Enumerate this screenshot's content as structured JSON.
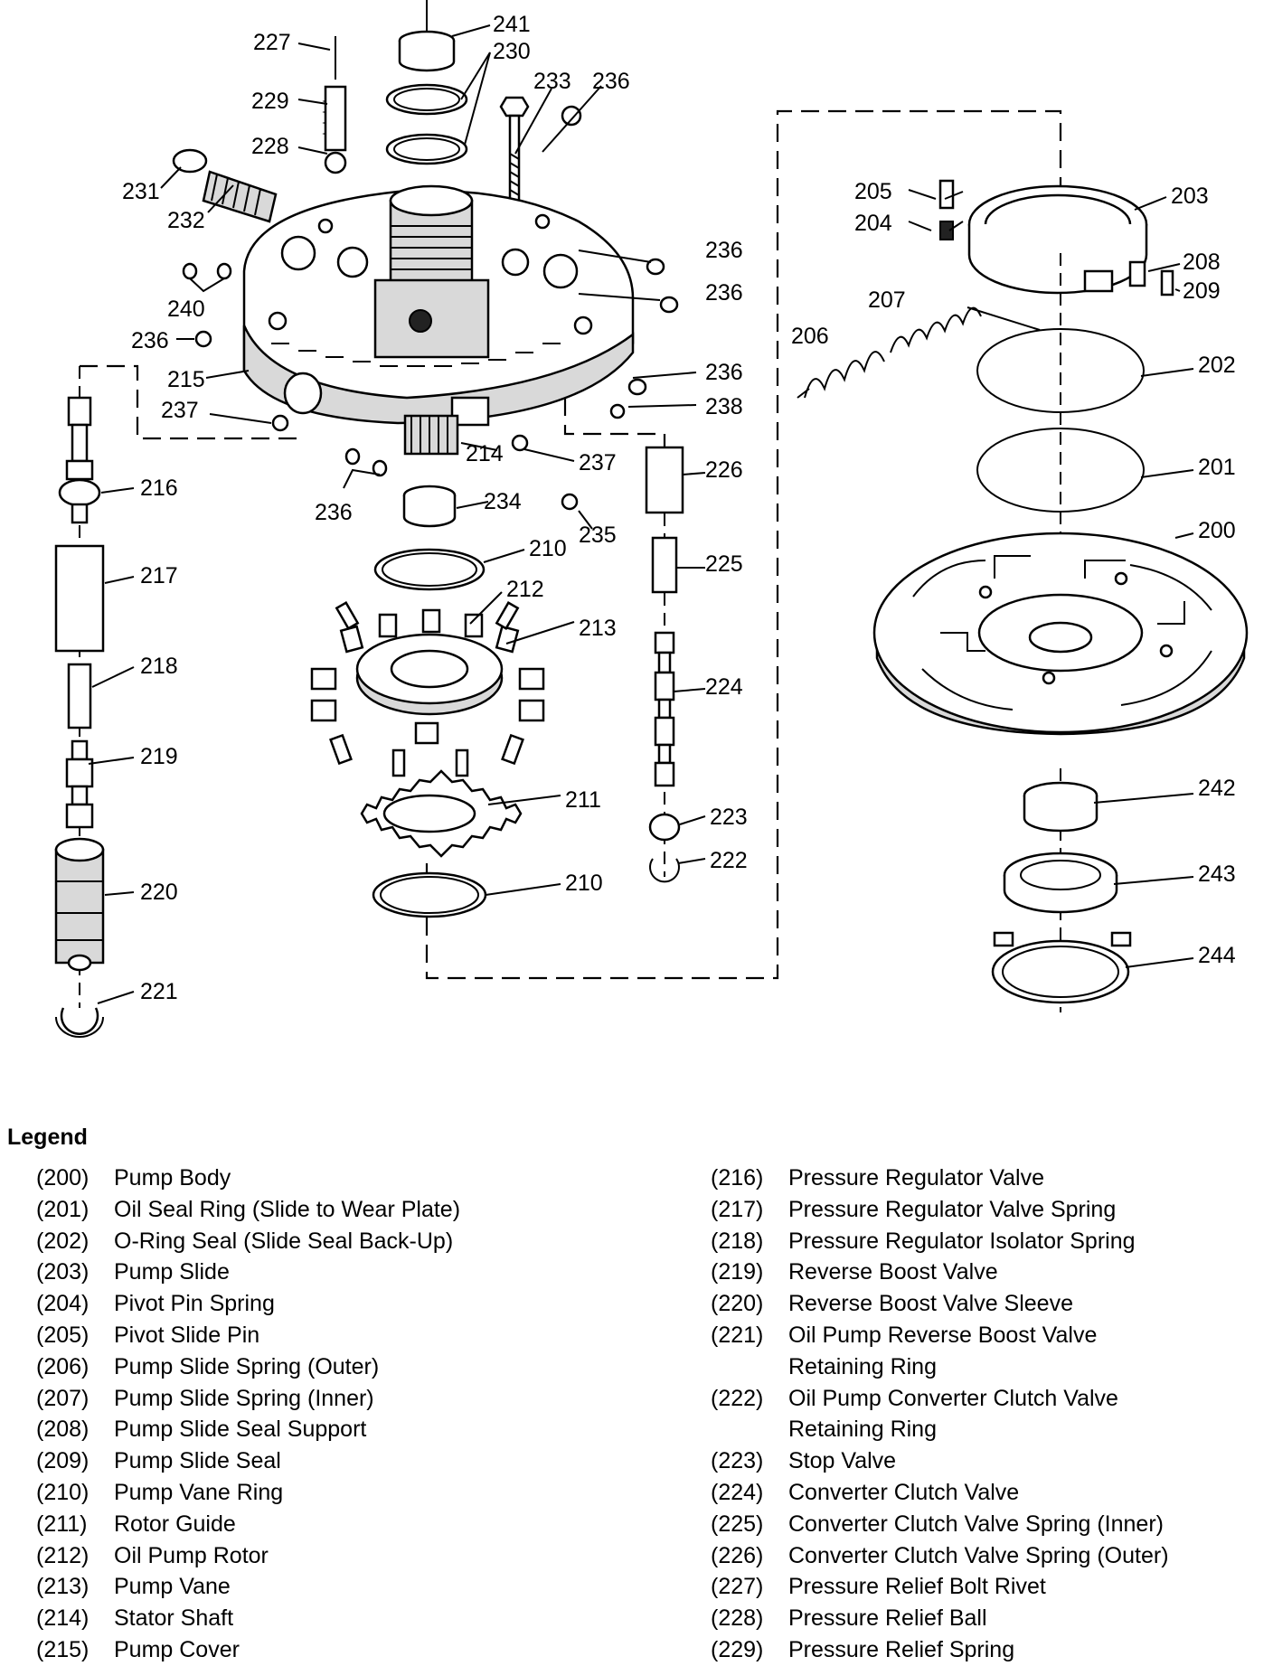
{
  "callouts": {
    "c200": "200",
    "c201": "201",
    "c202": "202",
    "c203": "203",
    "c204": "204",
    "c205": "205",
    "c206": "206",
    "c207": "207",
    "c208": "208",
    "c209": "209",
    "c210a": "210",
    "c210b": "210",
    "c211": "211",
    "c212": "212",
    "c213": "213",
    "c214": "214",
    "c215": "215",
    "c216": "216",
    "c217": "217",
    "c218": "218",
    "c219": "219",
    "c220": "220",
    "c221": "221",
    "c222": "222",
    "c223": "223",
    "c224": "224",
    "c225": "225",
    "c226": "226",
    "c227": "227",
    "c228": "228",
    "c229": "229",
    "c230": "230",
    "c231": "231",
    "c232": "232",
    "c233": "233",
    "c234": "234",
    "c235": "235",
    "c236a": "236",
    "c236b": "236",
    "c236c": "236",
    "c236d": "236",
    "c236e": "236",
    "c236f": "236",
    "c237a": "237",
    "c237b": "237",
    "c238": "238",
    "c240": "240",
    "c241": "241",
    "c242": "242",
    "c243": "243",
    "c244": "244"
  },
  "legend": {
    "title": "Legend",
    "left": [
      {
        "num": "(200)",
        "desc": "Pump Body"
      },
      {
        "num": "(201)",
        "desc": "Oil Seal Ring (Slide to Wear Plate)"
      },
      {
        "num": "(202)",
        "desc": "O-Ring Seal (Slide Seal Back-Up)"
      },
      {
        "num": "(203)",
        "desc": "Pump Slide"
      },
      {
        "num": "(204)",
        "desc": "Pivot Pin Spring"
      },
      {
        "num": "(205)",
        "desc": "Pivot Slide Pin"
      },
      {
        "num": "(206)",
        "desc": "Pump Slide Spring (Outer)"
      },
      {
        "num": "(207)",
        "desc": "Pump Slide Spring (Inner)"
      },
      {
        "num": "(208)",
        "desc": "Pump Slide Seal Support"
      },
      {
        "num": "(209)",
        "desc": "Pump Slide Seal"
      },
      {
        "num": "(210)",
        "desc": "Pump Vane Ring"
      },
      {
        "num": "(211)",
        "desc": "Rotor Guide"
      },
      {
        "num": "(212)",
        "desc": "Oil Pump Rotor"
      },
      {
        "num": "(213)",
        "desc": "Pump Vane"
      },
      {
        "num": "(214)",
        "desc": "Stator Shaft"
      },
      {
        "num": "(215)",
        "desc": "Pump Cover"
      }
    ],
    "right": [
      {
        "num": "(216)",
        "desc": "Pressure Regulator Valve"
      },
      {
        "num": "(217)",
        "desc": "Pressure Regulator Valve Spring"
      },
      {
        "num": "(218)",
        "desc": "Pressure Regulator Isolator Spring"
      },
      {
        "num": "(219)",
        "desc": "Reverse Boost Valve"
      },
      {
        "num": "(220)",
        "desc": "Reverse Boost Valve Sleeve"
      },
      {
        "num": "(221)",
        "desc": "Oil Pump Reverse Boost Valve\nRetaining Ring"
      },
      {
        "num": "(222)",
        "desc": "Oil Pump Converter Clutch Valve\nRetaining Ring"
      },
      {
        "num": "(223)",
        "desc": "Stop Valve"
      },
      {
        "num": "(224)",
        "desc": "Converter Clutch Valve"
      },
      {
        "num": "(225)",
        "desc": "Converter Clutch Valve Spring (Inner)"
      },
      {
        "num": "(226)",
        "desc": "Converter Clutch Valve Spring (Outer)"
      },
      {
        "num": "(227)",
        "desc": "Pressure Relief Bolt Rivet"
      },
      {
        "num": "(228)",
        "desc": "Pressure Relief Ball"
      },
      {
        "num": "(229)",
        "desc": "Pressure Relief Spring"
      }
    ]
  }
}
